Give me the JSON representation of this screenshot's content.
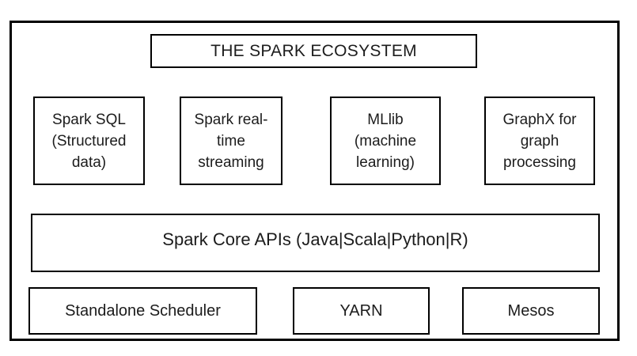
{
  "diagram": {
    "title": "THE SPARK ECOSYSTEM",
    "components": [
      "Spark SQL\n(Structured\ndata)",
      "Spark real-\ntime\nstreaming",
      "MLlib\n(machine\nlearning)",
      "GraphX for\ngraph\nprocessing"
    ],
    "core_api": "Spark Core APIs (Java|Scala|Python|R)",
    "cluster_managers": [
      "Standalone Scheduler",
      "YARN",
      "Mesos"
    ],
    "colors": {
      "border": "#000000",
      "background": "#ffffff",
      "text": "#1c1c1c"
    }
  }
}
